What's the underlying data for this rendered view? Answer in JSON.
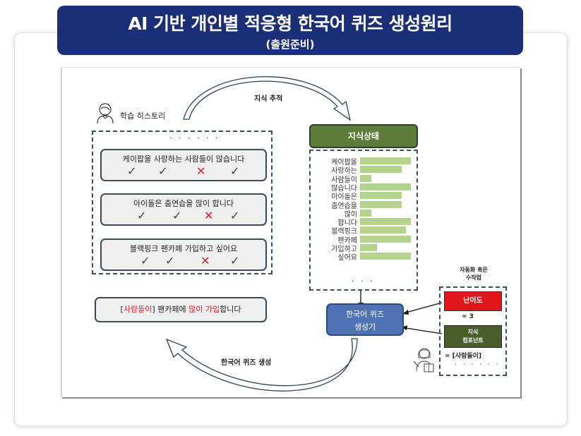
{
  "banner": {
    "title": "AI 기반 개인별 적응형 한국어 퀴즈 생성원리",
    "subtitle": "(출원준비)",
    "color": "#1a2f78"
  },
  "diagram": {
    "history": {
      "label": "학습 히스토리",
      "icon": "student-icon",
      "dots": "· · · · · ·",
      "sentences": [
        {
          "text": "케이팝을 사랑하는 사람들이 많습니다",
          "marks": [
            "check",
            "check",
            "cross",
            "check"
          ]
        },
        {
          "text": "아이돌은 춤연습을 많이 합니다",
          "marks": [
            "check",
            "check",
            "cross",
            "check"
          ]
        },
        {
          "text": "블랙핑크 팬카페 가입하고 싶어요",
          "marks": [
            "check",
            "check",
            "cross",
            "check"
          ]
        }
      ]
    },
    "arrow_top_label": "지식   추적",
    "arrow_bottom_label": "한국어   퀴즈   생성",
    "knowledge_state": {
      "title": "지식상태",
      "title_color": "#5e7d3a",
      "bar_color": "#b3d38c",
      "items": [
        {
          "word": "케이팝을",
          "level": 1.0
        },
        {
          "word": "사랑하는",
          "level": 0.82
        },
        {
          "word": "사람들이",
          "level": 0.22
        },
        {
          "word": "많습니다",
          "level": 1.0
        },
        {
          "word": "아이돌은",
          "level": 0.82
        },
        {
          "word": "춤연습을",
          "level": 0.82
        },
        {
          "word": "많이",
          "level": 0.22
        },
        {
          "word": "합니다",
          "level": 1.0
        },
        {
          "word": "블랙핑크",
          "level": 0.9
        },
        {
          "word": "팬카페",
          "level": 1.0
        },
        {
          "word": "가입하고",
          "level": 0.33
        },
        {
          "word": "싶어요",
          "level": 1.0
        }
      ],
      "dots": "· · ·"
    },
    "generated_quiz": {
      "open": "[",
      "blank": "사람들이",
      "close": "] 팬카페에 ",
      "highlight": "많이 가입",
      "rest": "합니다"
    },
    "generator": {
      "line1": "한국어 퀴즈",
      "line2": "생성기",
      "color": "#4f73b5"
    },
    "controls": {
      "header_line1": "자동화   혹은",
      "header_line2": "수작업",
      "difficulty_label": "난이도",
      "difficulty_color": "#e0161b",
      "difficulty_value": "= 3",
      "component_line1": "지식",
      "component_line2": "컴포넌트",
      "component_color": "#4a5e2c",
      "component_value": "=  [사람들이]",
      "dots": "· · · · · ·",
      "icon": "teacher-icon"
    }
  }
}
